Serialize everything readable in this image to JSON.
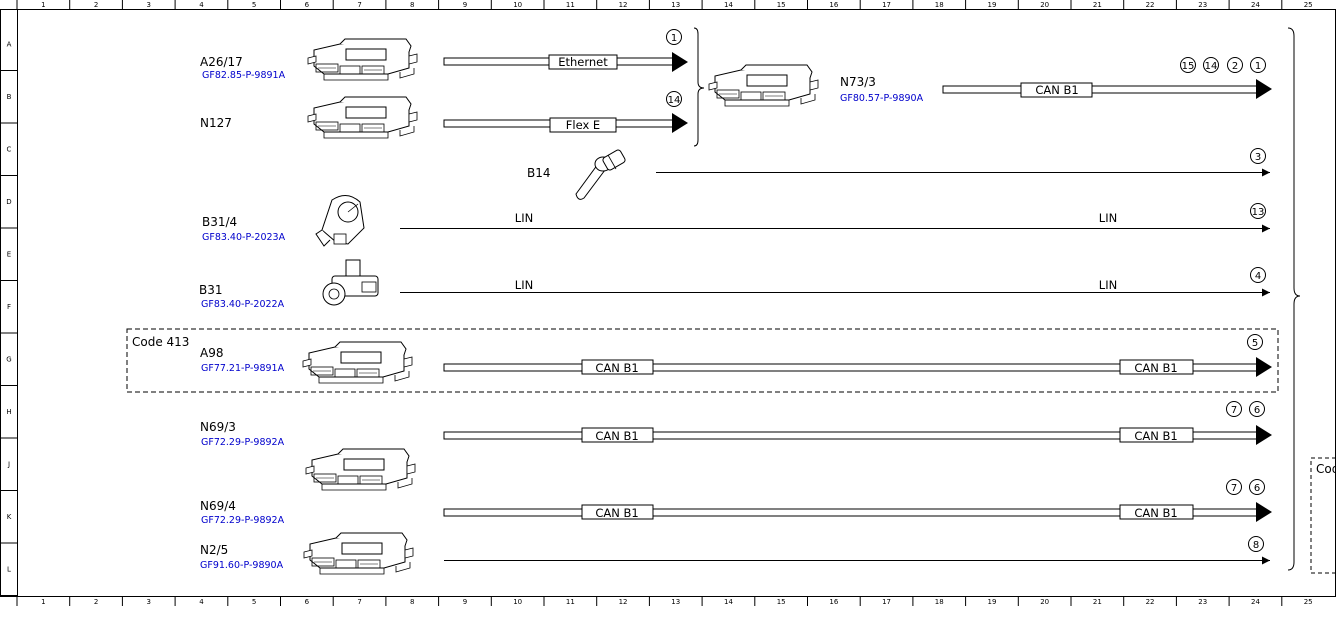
{
  "ruler": {
    "columns": [
      "1",
      "2",
      "3",
      "4",
      "5",
      "6",
      "7",
      "8",
      "9",
      "10",
      "11",
      "12",
      "13",
      "14",
      "15",
      "16",
      "17",
      "18",
      "19",
      "20",
      "21",
      "22",
      "23",
      "24",
      "25"
    ],
    "rows": [
      "A",
      "B",
      "C",
      "D",
      "E",
      "F",
      "G",
      "H",
      "J",
      "K",
      "L"
    ]
  },
  "components": {
    "a26_17": {
      "code": "A26/17",
      "ref": "GF82.85-P-9891A"
    },
    "n127": {
      "code": "N127"
    },
    "n73_3": {
      "code": "N73/3",
      "ref": "GF80.57-P-9890A"
    },
    "b14": {
      "code": "B14"
    },
    "b31_4": {
      "code": "B31/4",
      "ref": "GF83.40-P-2023A"
    },
    "b31": {
      "code": "B31",
      "ref": "GF83.40-P-2022A"
    },
    "a98": {
      "code": "A98",
      "ref": "GF77.21-P-9891A"
    },
    "n69_3": {
      "code": "N69/3",
      "ref": "GF72.29-P-9892A"
    },
    "n69_4": {
      "code": "N69/4",
      "ref": "GF72.29-P-9892A"
    },
    "n2_5": {
      "code": "N2/5",
      "ref": "GF91.60-P-9890A"
    }
  },
  "option_groups": {
    "code413": "Code 413",
    "right_partial": "Cod"
  },
  "bus_labels": {
    "ethernet": "Ethernet",
    "flex_e": "Flex E",
    "can_b1": "CAN B1",
    "lin": "LIN"
  },
  "connectors": {
    "ethernet_end": [
      "1"
    ],
    "flex_end": [
      "14"
    ],
    "n73_end": [
      "15",
      "14",
      "2",
      "1"
    ],
    "b14_end": [
      "3"
    ],
    "b31_4_end": [
      "13"
    ],
    "b31_end": [
      "4"
    ],
    "a98_end": [
      "5"
    ],
    "n69_3_end": [
      "7",
      "6"
    ],
    "n69_4_end": [
      "7",
      "6"
    ],
    "n2_5_end": [
      "8"
    ]
  }
}
